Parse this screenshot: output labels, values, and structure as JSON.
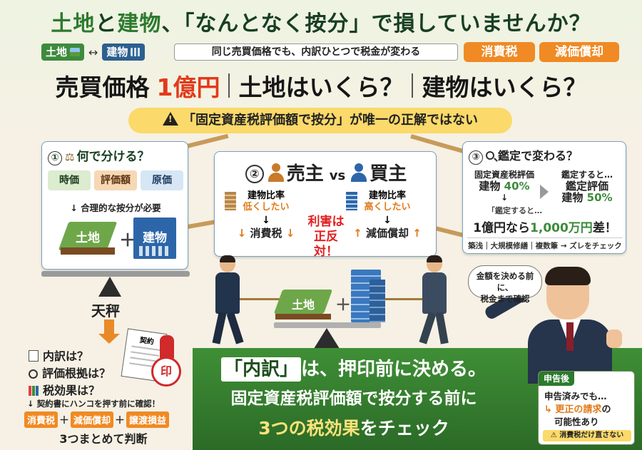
{
  "headline": {
    "part_a": "土地",
    "part_b": "と",
    "part_c": "建物",
    "part_d": "、「なんとなく按分」で損していませんか？"
  },
  "tags": {
    "land": "土地",
    "arrow": "↔",
    "building": "建物"
  },
  "subline": "同じ売買価格でも、内訳ひとつで税金が変わる",
  "chips": {
    "consumption_tax": "消費税",
    "depreciation": "減価償却"
  },
  "price_line": {
    "prefix": "売買価格",
    "amount": "1億円",
    "q1": "土地はいくら？",
    "q2": "建物はいくら？"
  },
  "warning": "「固定資産税評価額で按分」が唯一の正解ではない",
  "panel1": {
    "num": "①",
    "title": "何で分ける？",
    "chips": [
      "時価",
      "評価額",
      "原価"
    ],
    "note": "↓ 合理的な按分が必要",
    "land": "土地",
    "plus": "＋",
    "building": "建物",
    "scale_label": "天秤"
  },
  "panel2": {
    "num": "②",
    "seller": "売主",
    "vs": "vs",
    "buyer": "買主",
    "left": {
      "line1": "建物比率",
      "line2": "低くしたい",
      "arrow": "↓",
      "result_arrow": "↓",
      "result": "消費税",
      "result_suffix": "↓"
    },
    "right": {
      "line1": "建物比率",
      "line2": "高くしたい",
      "arrow": "↓",
      "result_arrow": "↑",
      "result": "減価償却",
      "result_suffix": "↑"
    },
    "center_line1": "利害は",
    "center_line2": "正反対！"
  },
  "panel3": {
    "num": "③",
    "title": "鑑定で変わる？",
    "left_line1": "固定資産税評価",
    "left_line2": "建物",
    "left_pct": "40%",
    "left_arrow": "↓",
    "mid_note": "「鑑定すると…",
    "right_line1": "鑑定すると…",
    "right_line2": "鑑定評価",
    "right_line3": "建物",
    "right_pct": "50%",
    "diff_prefix": "1億円なら",
    "diff_amount": "1,000万円",
    "diff_suffix": "差！",
    "foot": "築浅｜大規模修繕｜複数筆 → ズレをチェック"
  },
  "checklist": {
    "item1": "内訳は？",
    "item2": "評価根拠は？",
    "item3": "税効果は？",
    "note": "↓ 契約書にハンコを押す前に確認！",
    "tax1": "消費税",
    "tax2": "減価償却",
    "tax3": "譲渡損益",
    "plus": "＋",
    "summary": "3つまとめて判断"
  },
  "contract": {
    "title": "契約",
    "stamp": "印"
  },
  "scene": {
    "land": "土地",
    "plus": "＋"
  },
  "main_message": {
    "line1_box": "「内訳」",
    "line1_rest": "は、押印前に決める。",
    "line2": "固定資産税評価額で按分する前に",
    "line3_highlight": "3つの税効果",
    "line3_rest": "をチェック"
  },
  "bubble": {
    "line1": "金額を決める前に、",
    "line2": "税金まで確認"
  },
  "after_filing": {
    "header": "申告後",
    "line1": "申告済みでも…",
    "line2_prefix": "↳ ",
    "line2_highlight": "更正の請求",
    "line2_suffix": "の",
    "line3": "可能性あり",
    "warning": "⚠ 消費税だけ直さない"
  }
}
